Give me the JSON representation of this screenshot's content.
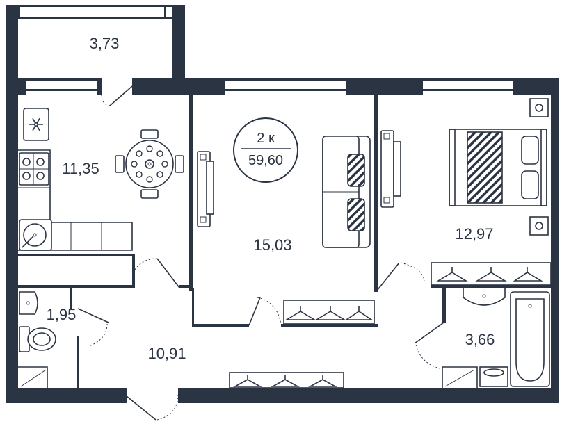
{
  "apartment": {
    "rooms_label": "2 к",
    "total_area": "59,60"
  },
  "rooms": {
    "balcony": "3,73",
    "kitchen": "11,35",
    "living_room": "15,03",
    "bedroom": "12,97",
    "toilet": "1,95",
    "hallway": "10,91",
    "bathroom": "3,66"
  },
  "colors": {
    "wall": "#2b3443",
    "background": "#ffffff"
  },
  "icons": [
    "snowflake-icon",
    "stove-icon",
    "sink-icon",
    "dining-table-icon",
    "sofa-icon",
    "tv-icon",
    "bed-icon",
    "wardrobe-icon",
    "bathtub-icon",
    "toilet-icon",
    "washbasin-icon"
  ]
}
